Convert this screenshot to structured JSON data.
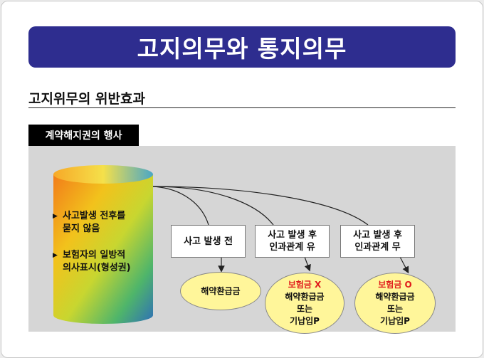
{
  "title": "고지의무와 통지의무",
  "subtitle": "고지위무의 위반효과",
  "section_label": "계약해지권의 행사",
  "cylinder": {
    "items": [
      {
        "line1": "사고발생 전후를",
        "line2": "묻지 않음"
      },
      {
        "line1": "보험자의 일방적",
        "line2": "의사표시(형성권)"
      }
    ]
  },
  "boxes": [
    {
      "line1": "사고 발생 전",
      "line2": ""
    },
    {
      "line1": "사고 발생 후",
      "line2": "인과관계 유"
    },
    {
      "line1": "사고 발생 후",
      "line2": "인과관계 무"
    }
  ],
  "results": [
    {
      "highlight": "",
      "lines": [
        "해약환급금"
      ]
    },
    {
      "highlight": "보험금 X",
      "lines": [
        "해약환급금",
        "또는",
        "기납입P"
      ]
    },
    {
      "highlight": "보험금 O",
      "lines": [
        "해약환급금",
        "또는",
        "기납입P"
      ]
    }
  ],
  "colors": {
    "title_bg": "#2e2d8f",
    "panel_bg": "#d6d6d6",
    "result_fill": "#fff69a",
    "highlight_text": "#e01c1c"
  }
}
